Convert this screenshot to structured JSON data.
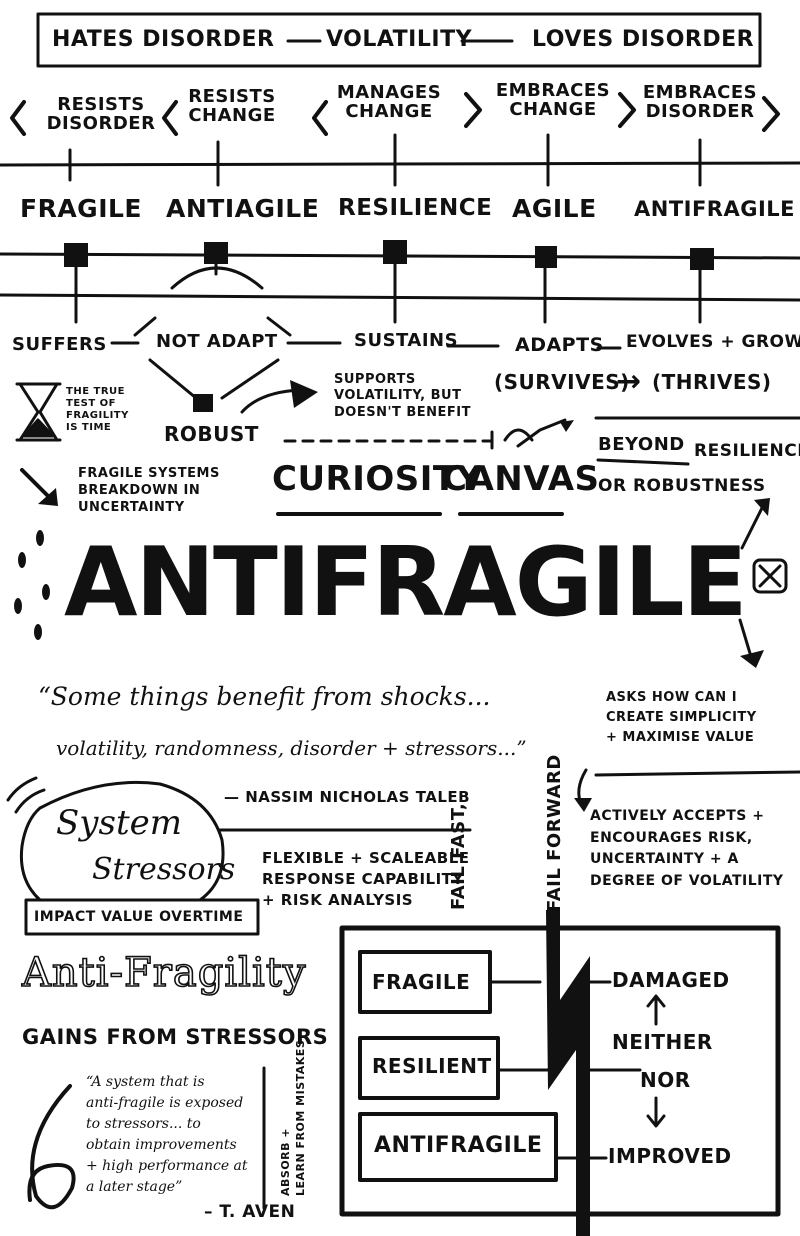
{
  "spectrum_header": {
    "left": "HATES DISORDER",
    "middle": "VOLATILITY",
    "right": "LOVES DISORDER"
  },
  "behaviours": [
    "RESISTS\nDISORDER",
    "RESISTS\nCHANGE",
    "MANAGES\nCHANGE",
    "EMBRACES\nCHANGE",
    "EMBRACES\nDISORDER"
  ],
  "categories": [
    "FRAGILE",
    "ANTIAGILE",
    "RESILIENCE",
    "AGILE",
    "ANTIFRAGILE"
  ],
  "outcomes": {
    "fragile": "SUFFERS",
    "antiagile": "NOT ADAPT",
    "resilience": "SUSTAINS",
    "agile": "ADAPTS",
    "antifragile": "EVOLVES + GROWS"
  },
  "survives": "(SURVIVES)",
  "thrives": "(THRIVES)",
  "robust": "ROBUST",
  "robust_note": "SUPPORTS\nVOLATILITY, BUT\nDOESN'T BENEFIT",
  "true_test": "THE TRUE\nTEST OF\nFRAGILITY\nIS TIME",
  "fragile_breakdown": "FRAGILE SYSTEMS\nBREAKDOWN IN\nUNCERTAINTY",
  "curiosity": "CURIOSITY",
  "canvas": "CANVAS",
  "beyond": "BEYOND",
  "beyond_rest": "RESILIENCE\nOR ROBUSTNESS",
  "main_title": "ANTIFRAGILE",
  "quote_line1": "“Some things benefit from shocks...",
  "quote_line2": "volatility, randomness, disorder + stressors...”",
  "quote_author": "— NASSIM NICHOLAS TALEB",
  "asks": "ASKS HOW CAN I\nCREATE SIMPLICITY\n+ MAXIMISE VALUE",
  "actively": "ACTIVELY ACCEPTS +\nENCOURAGES RISK,\nUNCERTAINTY + A\nDEGREE OF VOLATILITY",
  "system": "System",
  "stressors": "Stressors",
  "impact": "IMPACT VALUE OVERTIME",
  "flexible": "FLEXIBLE + SCALEABLE\nRESPONSE CAPABILITY\n+ RISK ANALYSIS",
  "fail_fast": "FAIL FAST,",
  "fail_forward": "FAIL FORWARD",
  "anti_fragility": "Anti-Fragility",
  "gains": "GAINS FROM STRESSORS",
  "aven_quote": "“A system that is\nanti-fragile is exposed\nto stressors... to\nobtain improvements\n+ high performance at\na later stage”",
  "aven_author": "– T. AVEN",
  "absorb": "ABSORB +\nLEARN FROM MISTAKES",
  "box_items": [
    "FRAGILE",
    "RESILIENT",
    "ANTIFRAGILE"
  ],
  "box_results": {
    "damaged": "DAMAGED",
    "neither": "NEITHER",
    "nor": "NOR",
    "improved": "IMPROVED"
  }
}
